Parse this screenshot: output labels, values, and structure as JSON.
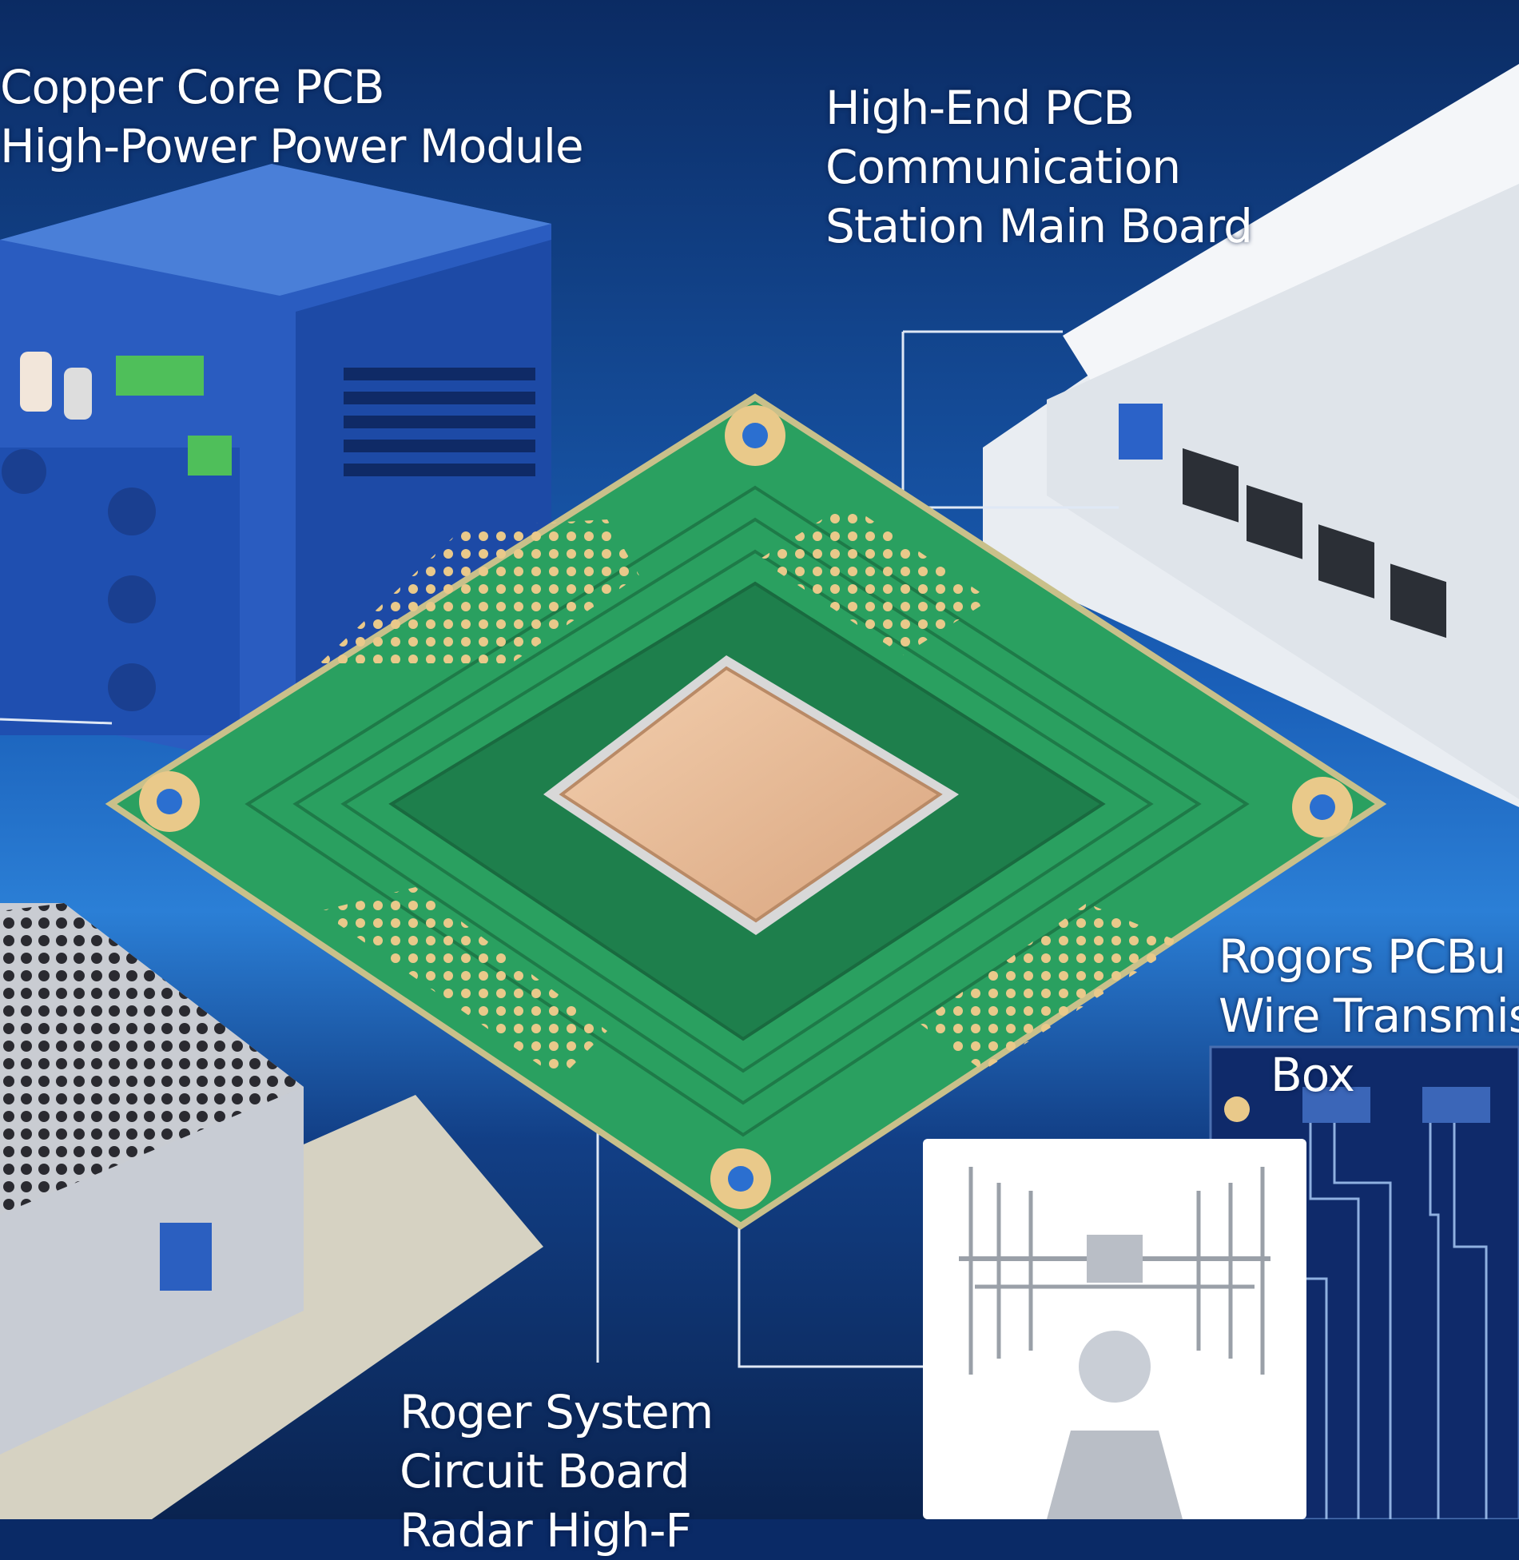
{
  "labels": {
    "copper_core": [
      "Copper Core PCB",
      "High-Power Power Module"
    ],
    "high_end": [
      "High-End PCB",
      "Communication",
      "Station Main Board"
    ],
    "rogors": [
      "Rogors PCBu",
      "Wire Transmis",
      "Box"
    ],
    "roger_system": [
      "Roger System",
      "Circuit Board",
      "Radar High-F"
    ]
  },
  "colors": {
    "background": "#0a2a66",
    "pcb_green": "#2aa060",
    "chip": "#e8b896",
    "pad_gold": "#e9c98a"
  }
}
